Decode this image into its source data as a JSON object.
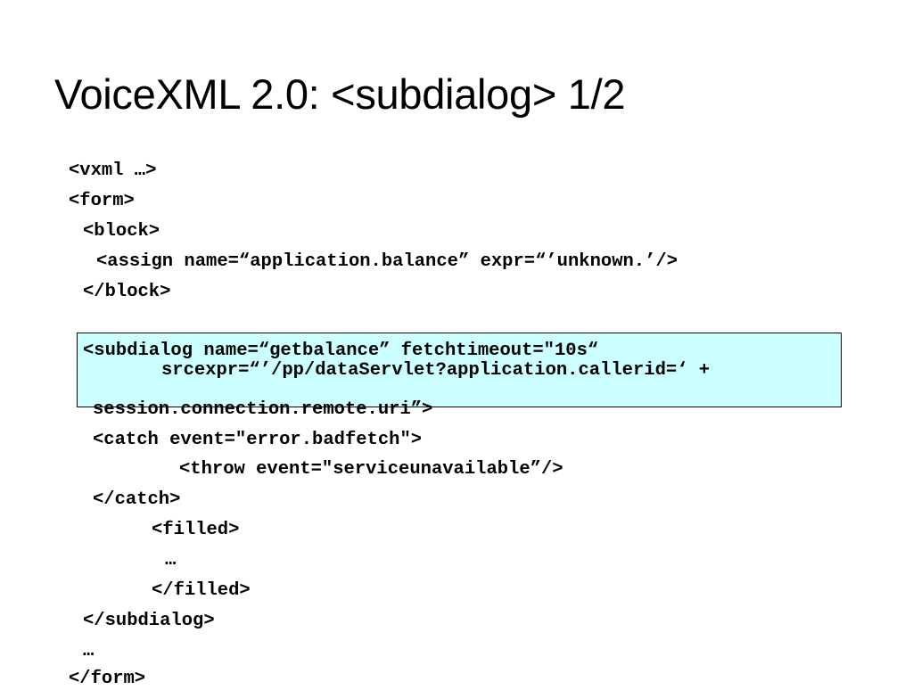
{
  "slide": {
    "title": "VoiceXML 2.0: <subdialog> 1/2"
  },
  "code": {
    "line_vxml": "<vxml …>",
    "line_form_open": "<form>",
    "line_block_open": "<block>",
    "line_assign": "<assign name=“application.balance” expr=“’unknown.’/>",
    "line_block_close": "</block>",
    "subdialog_line1": "<subdialog name=“getbalance” fetchtimeout=\"10s“",
    "subdialog_line2": "srcexpr=“’/pp/dataServlet?application.callerid=‘ +",
    "line_session": "session.connection.remote.uri”>",
    "line_catch_open": "<catch event=\"error.badfetch\">",
    "line_throw": "<throw event=\"serviceunavailable”/>",
    "line_catch_close": "</catch>",
    "line_filled_open": "<filled>",
    "line_filled_ellipsis": "…",
    "line_filled_close": "</filled>",
    "line_subdialog_close": "</subdialog>",
    "line_form_ellipsis": "…",
    "line_form_close": "</form>"
  },
  "colors": {
    "highlight_background": "#ccffff",
    "highlight_border": "#000000",
    "text": "#000000"
  }
}
